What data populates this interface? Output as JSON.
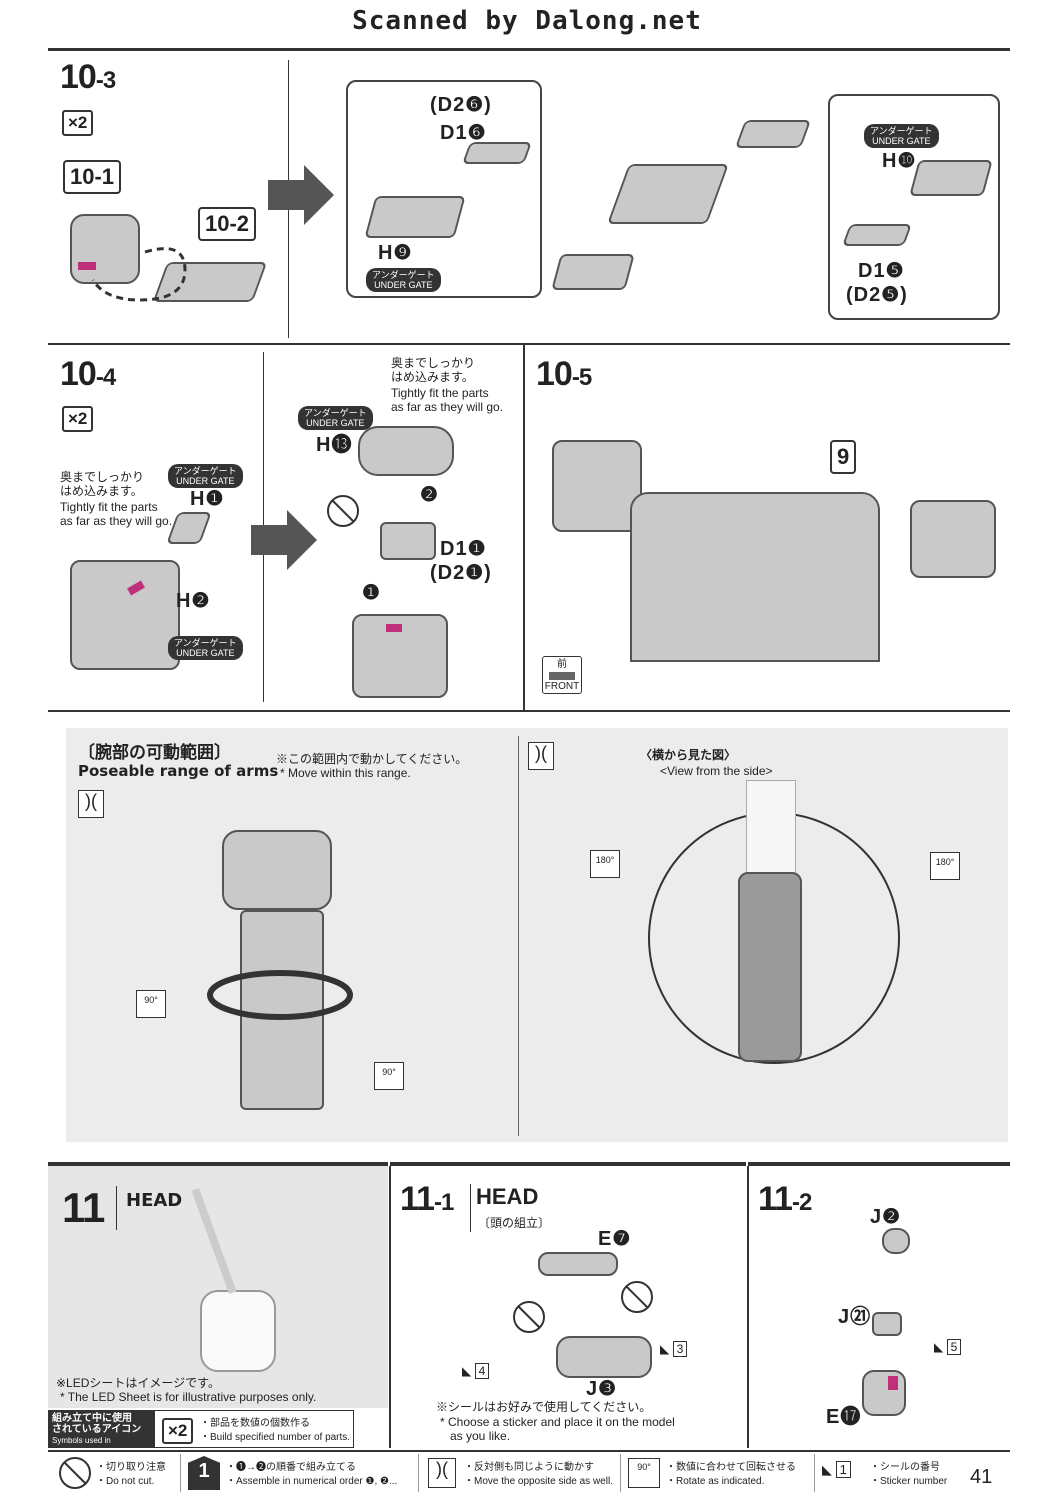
{
  "header": {
    "scan_credit": "Scanned by Dalong.net"
  },
  "step10_3": {
    "num": "10",
    "sub": "-3",
    "multiplier": "×2",
    "ref1": "10-1",
    "ref2": "10-2",
    "d2_6": "(D2❻)",
    "d1_6": "D1❻",
    "h9": "H❾",
    "ug_jp": "アンダーゲート",
    "ug_en": "UNDER GATE",
    "h10": "H❿",
    "d1_5": "D1❺",
    "d2_5": "(D2❺)"
  },
  "step10_4": {
    "num": "10",
    "sub": "-4",
    "multiplier": "×2",
    "note_jp": "奥までしっかり\nはめ込みます。",
    "note_en": "Tightly fit the parts\nas far as they will go.",
    "h1": "H❶",
    "h2": "H❷",
    "h13": "H⓭",
    "d1_1": "D1❶",
    "d2_1": "(D2❶)",
    "ug_jp": "アンダーゲート",
    "ug_en": "UNDER GATE",
    "order1": "❶",
    "order2": "❷"
  },
  "step10_5": {
    "num": "10",
    "sub": "-5",
    "ref": "9",
    "front_jp": "前",
    "front_en": "FRONT"
  },
  "poseable": {
    "title_jp": "〔腕部の可動範囲〕",
    "title_en": "Poseable range of arms",
    "note_jp": "※この範囲内で動かしてください。",
    "note_en": "* Move within this range.",
    "side_jp": "〈横から見た図〉",
    "side_en": "<View from the side>",
    "deg90": "90°",
    "deg180": "180°"
  },
  "step11": {
    "num": "11",
    "label": "HEAD",
    "led_jp": "※LEDシートはイメージです。",
    "led_en": "* The LED Sheet is for illustrative purposes only."
  },
  "step11_1": {
    "num": "11",
    "sub": "-1",
    "label": "HEAD",
    "label_jp": "〔頭の組立〕",
    "e7": "E❼",
    "j3": "J❸",
    "s3": "3",
    "s4": "4",
    "sticker_jp": "※シールはお好みで使用してください。",
    "sticker_en": "* Choose a sticker and place it on the model\n   as you like."
  },
  "step11_2": {
    "num": "11",
    "sub": "-2",
    "j2": "J❷",
    "j21": "J㉑",
    "e17": "E⓱",
    "s5": "5"
  },
  "symbols": {
    "title_jp": "組み立て中に使用\nされているアイコン",
    "title_en": "Symbols used in instructions",
    "x2": "×2",
    "x2_jp": "・部品を数値の個数作る",
    "x2_en": "・Build specified number of parts."
  },
  "footer": {
    "cut_jp": "・切り取り注意",
    "cut_en": "・Do not cut.",
    "order_jp": "・❶→❷の順番で組み立てる",
    "order_en": "・Assemble in numerical order ❶, ❷...",
    "opp_jp": "・反対側も同じように動かす",
    "opp_en": "・Move the opposite side as well.",
    "rot_jp": "・数値に合わせて回転させる",
    "rot_en": "・Rotate as indicated.",
    "stk_jp": "・シールの番号",
    "stk_en": "・Sticker number",
    "rot_icon": "90°",
    "stk_icon": "1",
    "order_icon": "1",
    "page": "41"
  }
}
